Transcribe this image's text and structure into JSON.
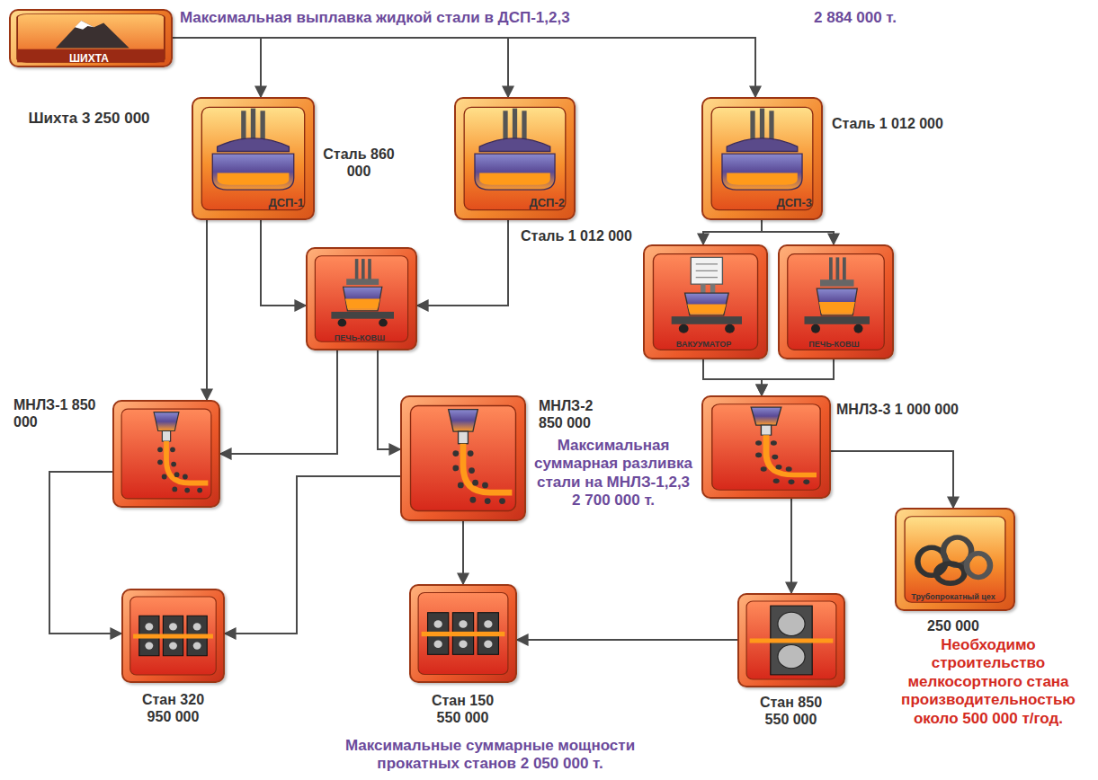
{
  "diagram": {
    "nodes": [
      {
        "text": [
          "ШИХТА",
          "Шихта 3 250 000"
        ]
      },
      {
        "text": [
          "ДСП-1",
          "Сталь 860 000"
        ]
      },
      {
        "text": [
          "ДСП-2",
          "Сталь 1 012 000"
        ]
      },
      {
        "text": [
          "ДСП-3",
          "Сталь 1 012 000"
        ]
      },
      {
        "text": [
          "ПЕЧЬ-КОВШ"
        ]
      },
      {
        "text": [
          "ВАКУУМАТОР"
        ]
      },
      {
        "text": [
          "ПЕЧЬ-КОВШ"
        ]
      },
      {
        "text": [
          "МНЛЗ-1 850 000"
        ]
      },
      {
        "text": [
          "МНЛЗ-2 850 000"
        ]
      },
      {
        "text": [
          "МНЛЗ-3 1 000 000"
        ]
      },
      {
        "text": [
          "Трубопрокатный цех",
          "250 000"
        ]
      },
      {
        "text": [
          "Стан 320 950 000"
        ]
      },
      {
        "text": [
          "Стан 150 550 000"
        ]
      },
      {
        "text": [
          "Стан 850 550 000"
        ]
      }
    ],
    "edges": [
      {
        "from": 0,
        "to": 1,
        "arrow": "to"
      },
      {
        "from": 0,
        "to": 2,
        "arrow": "to"
      },
      {
        "from": 0,
        "to": 3,
        "arrow": "to"
      },
      {
        "from": 1,
        "to": 7,
        "arrow": "to"
      },
      {
        "from": 1,
        "to": 4,
        "arrow": "to"
      },
      {
        "from": 2,
        "to": 4,
        "arrow": "to"
      },
      {
        "from": 4,
        "to": 7,
        "arrow": "to"
      },
      {
        "from": 4,
        "to": 8,
        "arrow": "to"
      },
      {
        "from": 3,
        "to": 5,
        "arrow": "to"
      },
      {
        "from": 3,
        "to": 6,
        "arrow": "to"
      },
      {
        "from": 5,
        "to": 9,
        "arrow": "to"
      },
      {
        "from": 6,
        "to": 9,
        "arrow": "to"
      },
      {
        "from": 9,
        "to": 10,
        "arrow": "to"
      },
      {
        "from": 9,
        "to": 13,
        "arrow": "to"
      },
      {
        "from": 13,
        "to": 12,
        "arrow": "to"
      },
      {
        "from": 8,
        "to": 12,
        "arrow": "to"
      },
      {
        "from": 8,
        "to": 11,
        "arrow": "to"
      },
      {
        "from": 7,
        "to": 11,
        "arrow": "to"
      }
    ],
    "labels": [
      "Максимальная выплавка жидкой стали в ДСП-1,2,3",
      "2 884 000 т.",
      "Максимальная суммарная разливка стали на МНЛЗ-1,2,3 2 700 000 т.",
      "Максимальные суммарные мощности прокатных станов 2 050 000 т.",
      "Необходимо строительство мелкосортного стана производительностью около 500 000 т/год."
    ]
  }
}
